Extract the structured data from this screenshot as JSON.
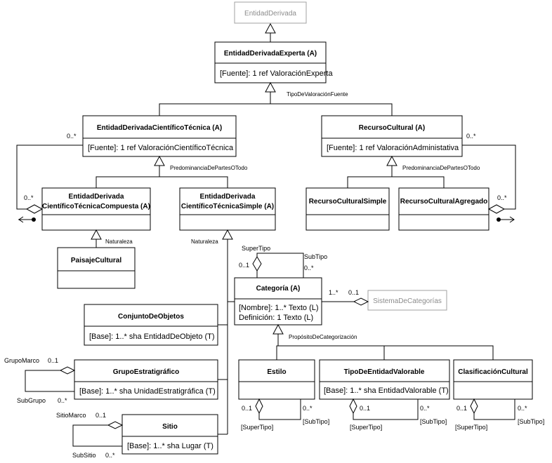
{
  "classes": {
    "entidad_derivada": {
      "name": "EntidadDerivada"
    },
    "entidad_derivada_experta": {
      "name": "EntidadDerivadaExperta (A)",
      "attr1": "[Fuente]: 1 ref ValoraciónExperta"
    },
    "entidad_cientifico": {
      "name": "EntidadDerivadaCientíficoTécnica (A)",
      "attr1": "[Fuente]: 1 ref ValoraciónCientíficoTécnica"
    },
    "recurso_cultural": {
      "name": "RecursoCultural (A)",
      "attr1": "[Fuente]: 1 ref ValoraciónAdministativa"
    },
    "compuesta": {
      "name_line1": "EntidadDerivada",
      "name_line2": "CientíficoTécnicaCompuesta (A)"
    },
    "simple": {
      "name_line1": "EntidadDerivada",
      "name_line2": "CientíficoTécnicaSimple (A)"
    },
    "recurso_simple": {
      "name": "RecursoCulturalSimple"
    },
    "recurso_agregado": {
      "name": "RecursoCulturalAgregado"
    },
    "paisaje": {
      "name": "PaisajeCultural"
    },
    "categoria": {
      "name": "Categoría (A)",
      "attr1": "[Nombre]: 1..* Texto (L)",
      "attr2": "Definición: 1 Texto (L)"
    },
    "sistema": {
      "name": "SistemaDeCategorías"
    },
    "conjunto": {
      "name": "ConjuntoDeObjetos",
      "attr1": "[Base]: 1..* sha EntidadDeObjeto (T)"
    },
    "grupo": {
      "name": "GrupoEstratigráfico",
      "attr1": "[Base]: 1..* sha UnidadEstratigráfica (T)"
    },
    "sitio": {
      "name": "Sitio",
      "attr1": "[Base]: 1..* sha Lugar (T)"
    },
    "estilo": {
      "name": "Estilo"
    },
    "tipo_valorable": {
      "name": "TipoDeEntidadValorable",
      "attr1": "[Base]: 1..* sha EntidadValorable (T)"
    },
    "clasificacion": {
      "name": "ClasificaciónCultural"
    }
  },
  "labels": {
    "tipo_valoracion_fuente": "TipoDeValoraciónFuente",
    "predominancia_left": "PredominanciaDePartesOTodo",
    "predominancia_right": "PredominanciaDePartesOTodo",
    "naturaleza_left": "Naturaleza",
    "naturaleza_right": "Naturaleza",
    "proposito": "PropósitoDeCategorización",
    "super_tipo": "SuperTipo",
    "sub_tipo": "SubTipo",
    "grupo_marco": "GrupoMarco",
    "sub_grupo": "SubGrupo",
    "sitio_marco": "SitioMarco",
    "sub_sitio": "SubSitio",
    "super_tipo_b1": "[SuperTipo]",
    "sub_tipo_b1": "[SubTipo]",
    "super_tipo_b2": "[SuperTipo]",
    "sub_tipo_b2": "[SubTipo]",
    "super_tipo_b3": "[SuperTipo]",
    "sub_tipo_b3": "[SubTipo]"
  },
  "multiplicities": {
    "m_left_top": "0..*",
    "m_left_bottom": "0..*",
    "m_right_top": "0..*",
    "m_right_bottom": "0..*",
    "cat_super": "0..1",
    "cat_sub": "0..*",
    "cat_sys_left": "1..*",
    "cat_sys_right": "0..1",
    "grupo_top": "0..1",
    "grupo_bottom": "0..*",
    "sitio_top": "0..1",
    "sitio_bottom": "0..*",
    "estilo_left": "0..1",
    "estilo_right": "0..*",
    "tipo_left": "0..1",
    "tipo_right": "0..*",
    "clas_left": "0..1",
    "clas_right": "0..*"
  },
  "colors": {
    "line": "#000000",
    "abstract_grey": "#8c8c8c",
    "grey_border": "#a0a0a0"
  }
}
